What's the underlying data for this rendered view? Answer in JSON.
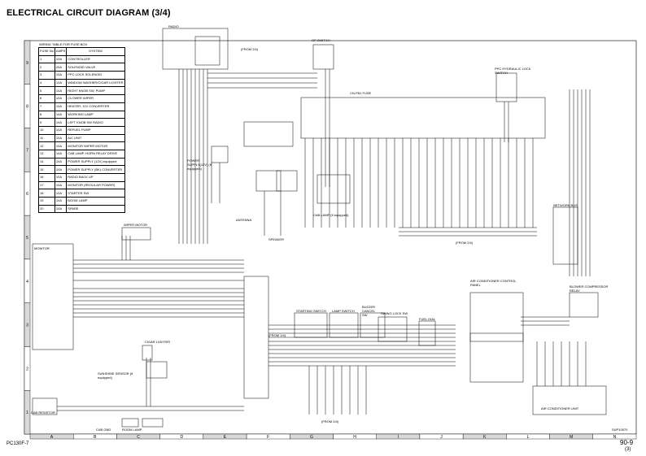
{
  "title": "ELECTRICAL CIRCUIT DIAGRAM (3/4)",
  "footer": {
    "model": "PC130F-7",
    "page": "90-9",
    "sub": "(3)"
  },
  "fuse_table": {
    "caption": "WIRING TABLE FOR FUSE BOX",
    "headers": [
      "FUSE No",
      "AMPS",
      "SYSTEM"
    ],
    "rows": [
      [
        "1",
        "10A",
        "CONTROLLER"
      ],
      [
        "2",
        "20A",
        "SOLENOID VALVE"
      ],
      [
        "3",
        "10A",
        "PPC LOCK SOLENOID"
      ],
      [
        "4",
        "10A",
        "WINDOW WASHER/CIGAR LIGHTER"
      ],
      [
        "5",
        "10A",
        "RIGHT KNOB SW, PUMP"
      ],
      [
        "6",
        "10A",
        "CLOWER WIPER"
      ],
      [
        "7",
        "10A",
        "HEATER, 11V CONVERTER"
      ],
      [
        "8",
        "10A",
        "WORKING LAMP"
      ],
      [
        "9",
        "10A",
        "LEFT KNOB SW RADIO"
      ],
      [
        "10",
        "10A",
        "REFUEL PUMP"
      ],
      [
        "11",
        "10A",
        "A/C UNIT"
      ],
      [
        "12",
        "10A",
        "MONITOR WIPER MOTOR"
      ],
      [
        "13",
        "10A",
        "CAB LAMP, HORN RELAY DRIVE"
      ],
      [
        "14",
        "10A",
        "POWER SUPPLY (12V) equipped"
      ],
      [
        "15",
        "10A",
        "POWER SUPPLY (BK) CONVERTER"
      ],
      [
        "16",
        "10A",
        "RADIO BACK UP"
      ],
      [
        "17",
        "10A",
        "MONITOR (REGULAR POWER)"
      ],
      [
        "18",
        "10A",
        "STARTER SW"
      ],
      [
        "19",
        "10A",
        "BOOM LAMP"
      ],
      [
        "20",
        "10A",
        "SPARE"
      ]
    ]
  },
  "zones": {
    "columns": [
      "A",
      "B",
      "C",
      "D",
      "E",
      "F",
      "G",
      "H",
      "I",
      "J",
      "K",
      "L",
      "M",
      "N"
    ],
    "rows": [
      "9",
      "8",
      "7",
      "6",
      "5",
      "4",
      "3",
      "2",
      "1"
    ]
  },
  "labels": {
    "radio": "RADIO",
    "op_switch": "OP SWITCH",
    "ppc_lock": "PPC HYDRAULIC LOCK SWITCH",
    "fuse_block": "CN-FB1 FUSE",
    "network_bus": "NETWORK BUS",
    "wiper_motor": "WIPER MOTOR",
    "monitor": "MONITOR",
    "power_supply": "POWER SUPPLY(12V) (if equipped)",
    "cab_lamp": "CAB LAMP (if equipped)",
    "speaker": "SPEAKER",
    "antenna": "ANTENNA",
    "starting_switch": "STARTING SWITCH",
    "lamp_switch": "LAMP SWITCH",
    "buzzer_cancel": "BUZZER CANCEL SW",
    "swing_lock": "SWING LOCK SW",
    "fuel_dial": "FUEL DIAL",
    "air_panel": "AIR CONDITIONER CONTROL PANEL",
    "blower_relay": "BLOWER COMPRESSOR RELAY",
    "air_unit": "AIR CONDITIONER UNIT",
    "cigar_lighter": "CIGAR LIGHTER",
    "sunshine_sensor": "SUNSHINE SENSOR (if equipped)",
    "cab_resistor": "CAB RESISTOR",
    "room_lamp": "ROOM LAMP",
    "cab_gnd": "CAB GND",
    "from_1": "(FROM 2/4)",
    "from_2": "(FROM 2/4)",
    "from_3": "(FROM 1/4)",
    "from_4": "(FROM 2/4)",
    "code": "SUP10570"
  },
  "colors": {
    "ink": "#000000",
    "zone_fill": "#d9d9d9",
    "bg": "#ffffff"
  }
}
